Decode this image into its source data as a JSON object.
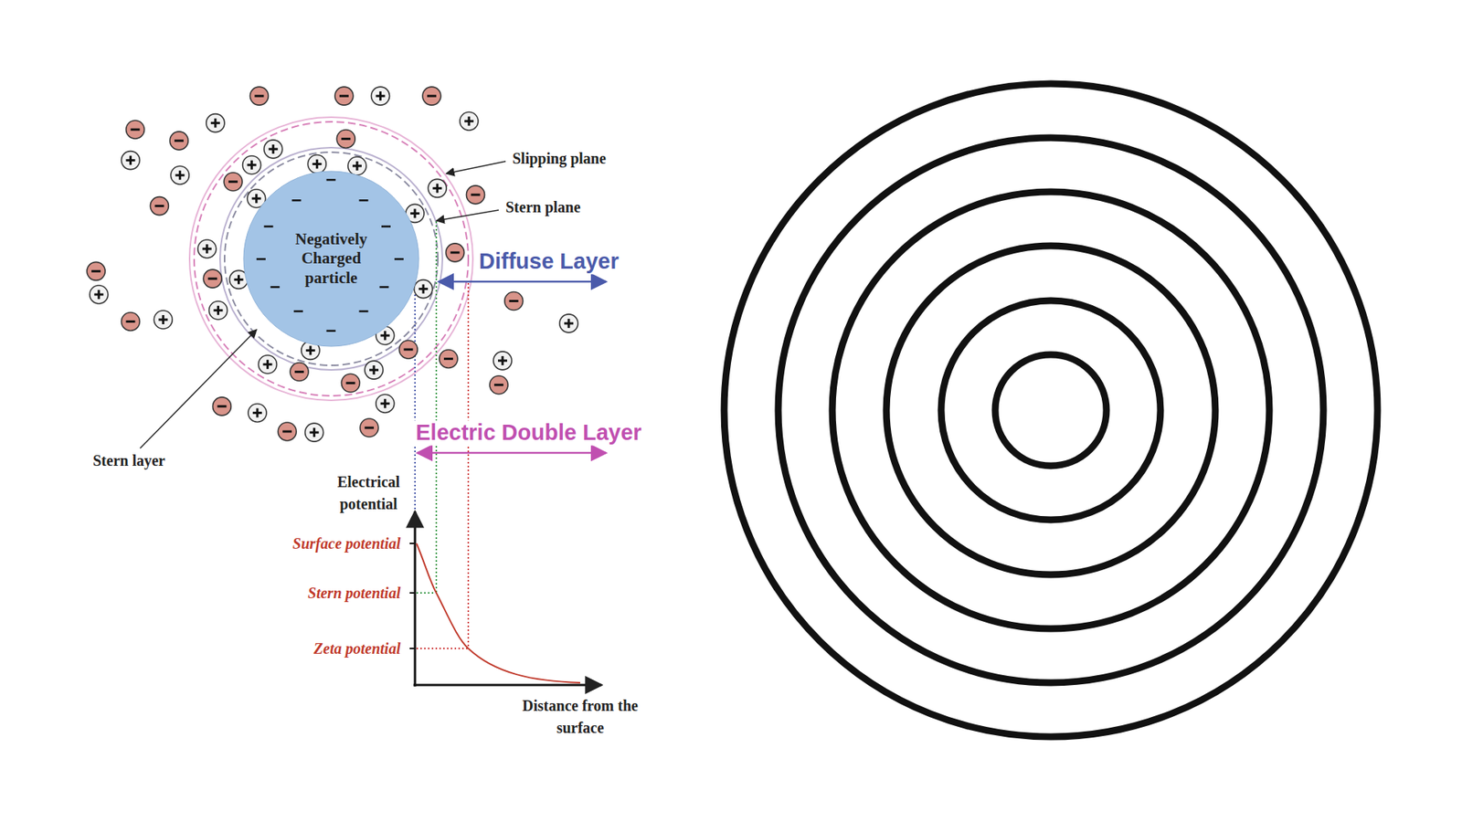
{
  "diagram": {
    "nodes": [
      {
        "text": [
          "Negatively Charged particle"
        ]
      }
    ],
    "labels": [
      "Slipping plane",
      "Stern plane",
      "Diffuse Layer",
      "Electric Double Layer",
      "Stern layer",
      "Electrical potential",
      "Surface potential",
      "Stern potential",
      "Zeta potential",
      "Distance from the surface"
    ]
  }
}
